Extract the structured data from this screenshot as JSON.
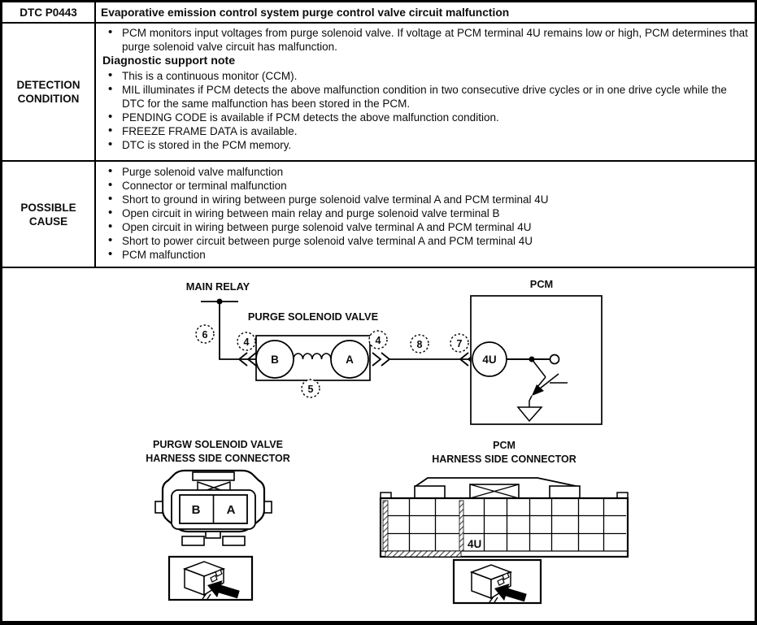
{
  "header": {
    "code": "DTC P0443",
    "title": "Evaporative emission control system purge control valve circuit malfunction"
  },
  "detection": {
    "label": "DETECTION CONDITION",
    "intro_bullets": [
      "PCM monitors input voltages from purge solenoid valve. If voltage at PCM terminal 4U remains low or high, PCM determines that purge solenoid valve circuit has malfunction."
    ],
    "note_heading": "Diagnostic support note",
    "note_bullets": [
      "This is a continuous monitor (CCM).",
      "MIL illuminates if PCM detects the above malfunction condition in two consecutive drive cycles or in one drive cycle while the DTC for the same malfunction has been stored in the PCM.",
      "PENDING CODE is available if PCM detects the above malfunction condition.",
      "FREEZE FRAME DATA is available.",
      "DTC is stored in the PCM memory."
    ]
  },
  "cause": {
    "label": "POSSIBLE CAUSE",
    "bullets": [
      "Purge solenoid valve malfunction",
      "Connector or terminal malfunction",
      "Short to ground in wiring between purge solenoid valve terminal A and PCM terminal 4U",
      "Open circuit in wiring between main relay and purge solenoid valve terminal B",
      "Open circuit in wiring between purge solenoid valve terminal A and PCM terminal 4U",
      "Short to power circuit between purge solenoid valve terminal A and PCM terminal 4U",
      "PCM malfunction"
    ]
  },
  "diagram": {
    "main_relay": "MAIN RELAY",
    "purge_valve": "PURGE SOLENOID VALVE",
    "pcm": "PCM",
    "terminal_b": "B",
    "terminal_a": "A",
    "pcm_terminal": "4U",
    "callouts": [
      "6",
      "4",
      "4",
      "5",
      "8",
      "7"
    ],
    "left_connector": {
      "label1": "PURGW SOLENOID VALVE",
      "label2": "HARNESS SIDE CONNECTOR",
      "pin_b": "B",
      "pin_a": "A"
    },
    "right_connector": {
      "label1": "PCM",
      "label2": "HARNESS SIDE CONNECTOR",
      "pin": "4U"
    }
  }
}
